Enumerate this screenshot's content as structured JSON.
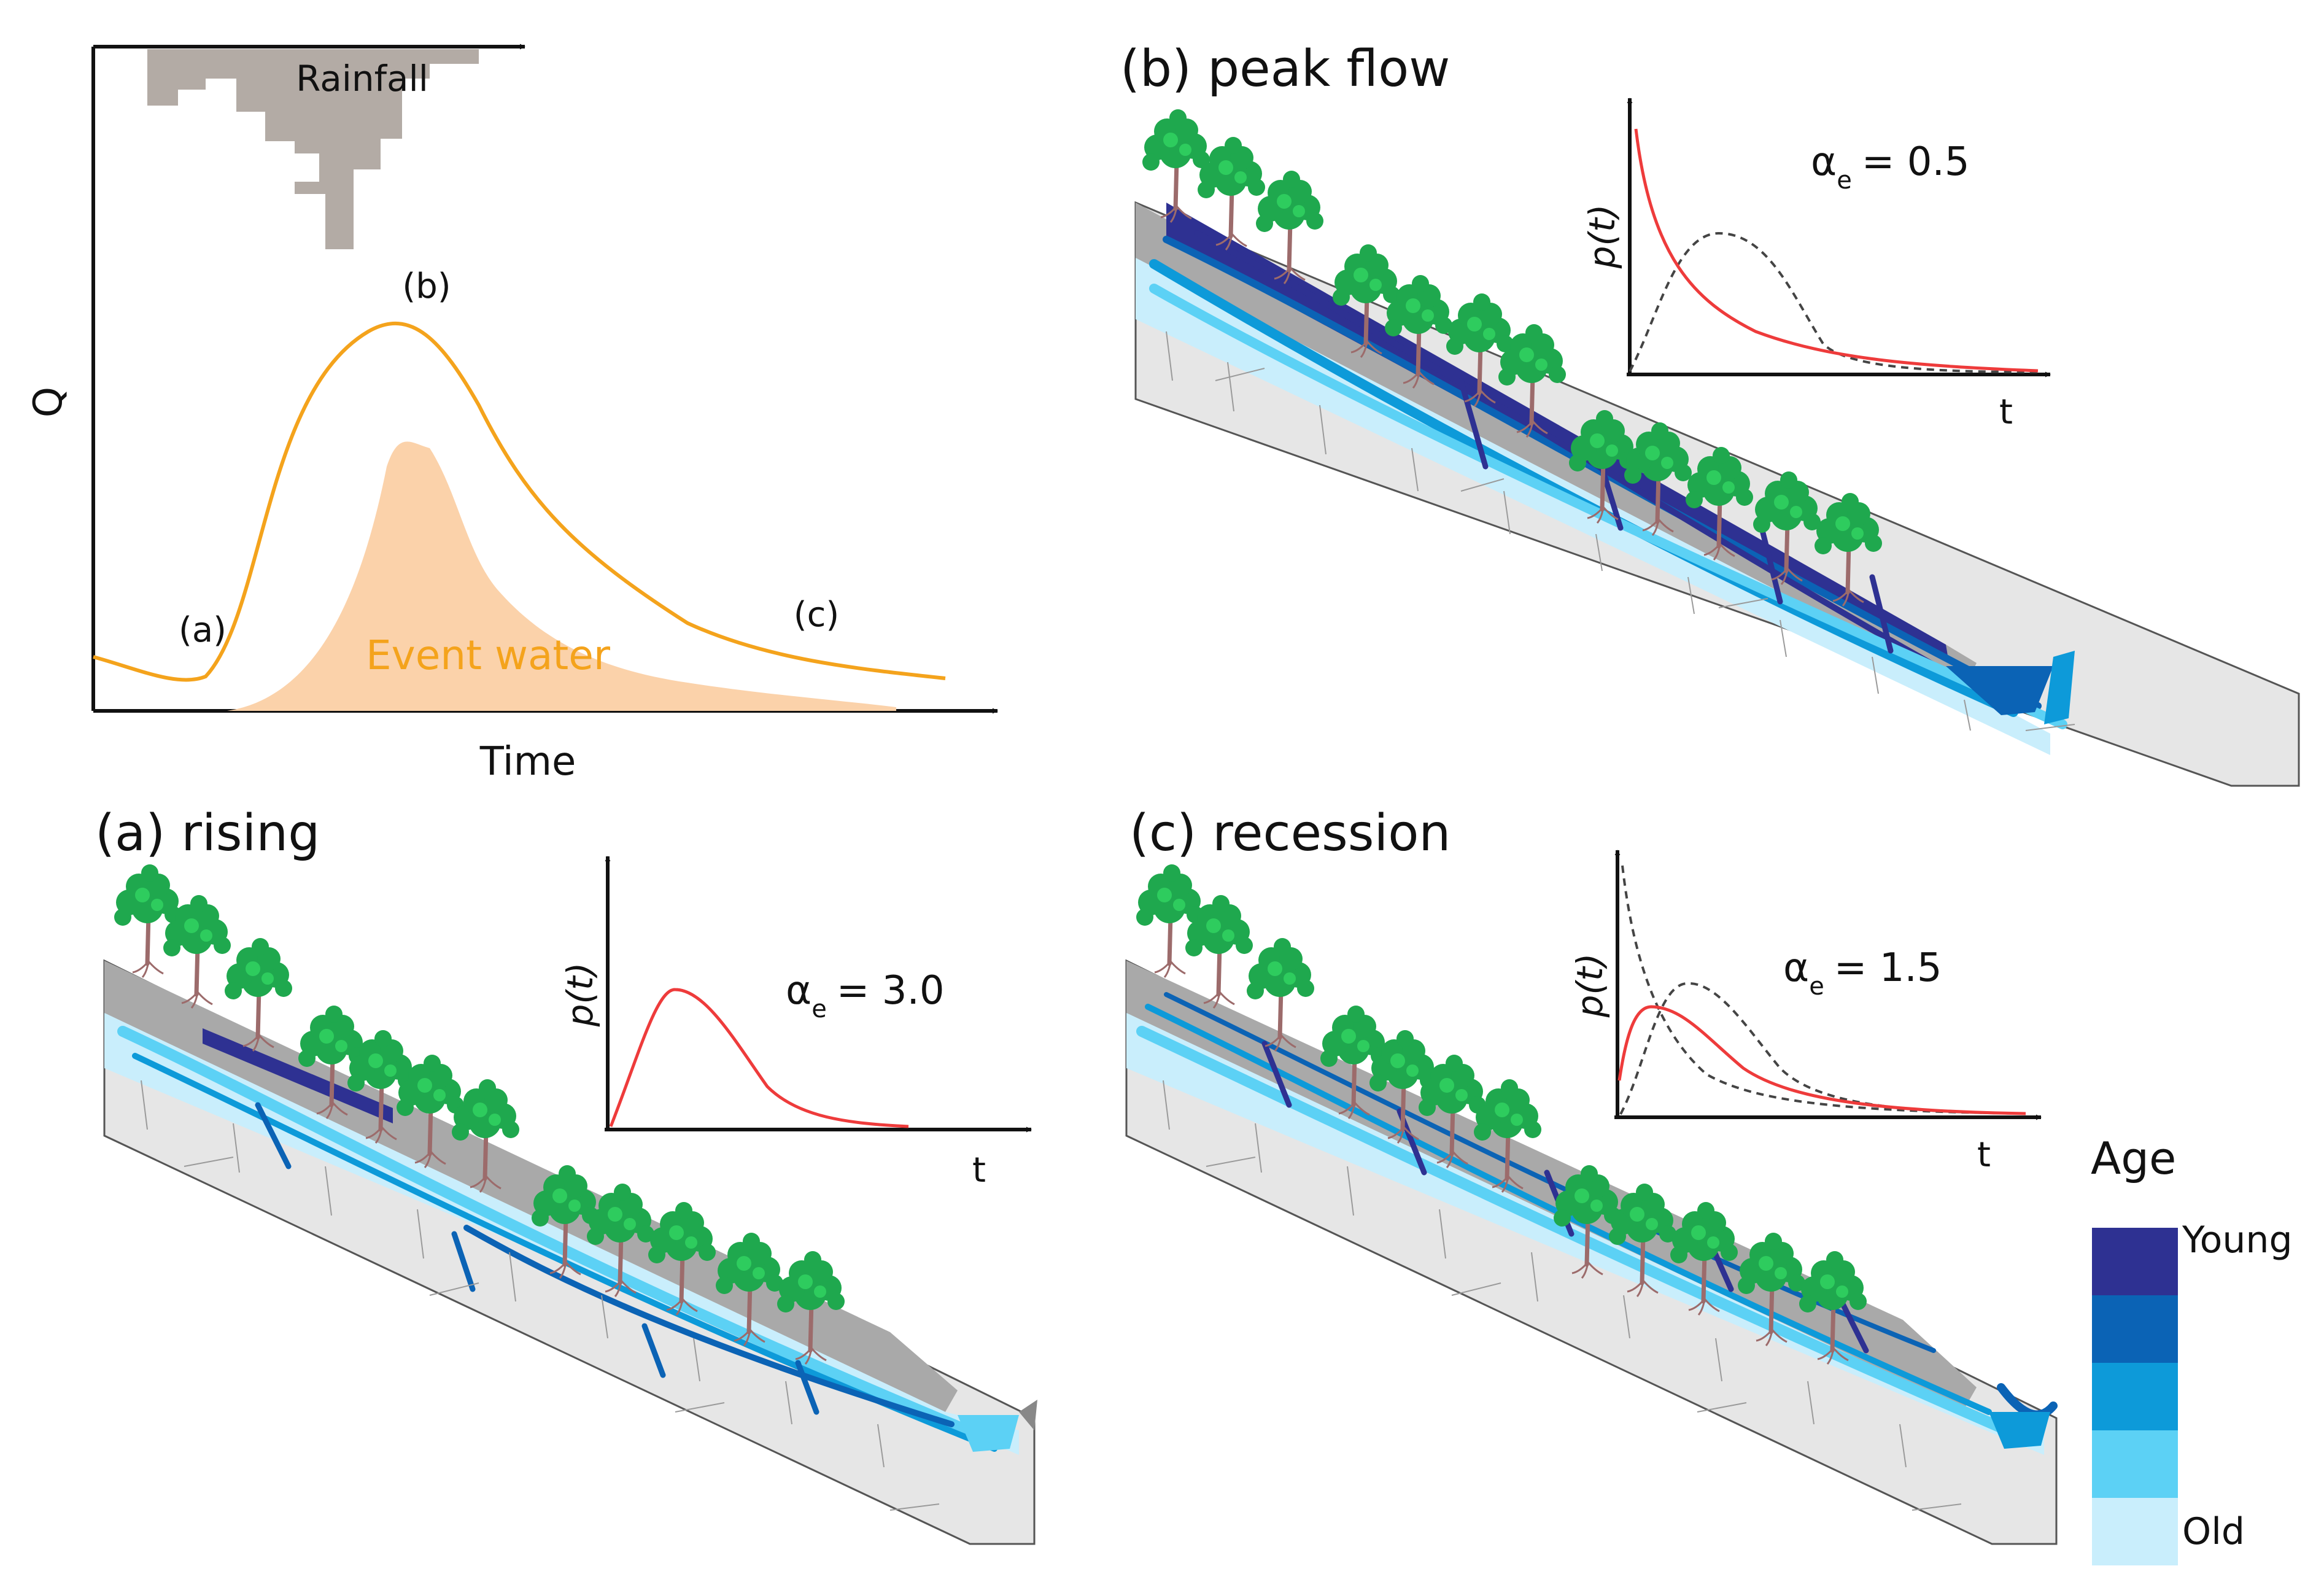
{
  "hydrograph": {
    "y_label": "Q",
    "x_label": "Time",
    "rainfall_label": "Rainfall",
    "event_label": "Event water",
    "marker_a": "(a)",
    "marker_b": "(b)",
    "marker_c": "(c)",
    "colors": {
      "streamflow": "#f4a31c",
      "event_water": "#fbd2aa",
      "rainfall": "#b3aba5"
    }
  },
  "panels": [
    {
      "id": "b",
      "title": "(b) peak flow",
      "pdf_ylabel": "p(t)",
      "pdf_xlabel": "t",
      "alpha": "α",
      "alpha_sub": "e",
      "alpha_value": "= 0.5"
    },
    {
      "id": "a",
      "title": "(a) rising",
      "pdf_ylabel": "p(t)",
      "pdf_xlabel": "t",
      "alpha": "α",
      "alpha_sub": "e",
      "alpha_value": "= 3.0"
    },
    {
      "id": "c",
      "title": "(c) recession",
      "pdf_ylabel": "p(t)",
      "pdf_xlabel": "t",
      "alpha": "α",
      "alpha_sub": "e",
      "alpha_value": "= 1.5"
    }
  ],
  "legend": {
    "title": "Age",
    "top_label": "Young",
    "bottom_label": "Old",
    "colors": [
      "#2e3192",
      "#0b63b5",
      "#0d9ad9",
      "#5cd1f5",
      "#c9eefc"
    ]
  },
  "colors": {
    "pdf_curve": "#ee3b3b",
    "pdf_reference": "#444444",
    "tree_canopy": "#1fa84e",
    "tree_trunk": "#9c6b6b",
    "soil": "#a9a9a9",
    "bedrock": "#e6e6e6"
  }
}
